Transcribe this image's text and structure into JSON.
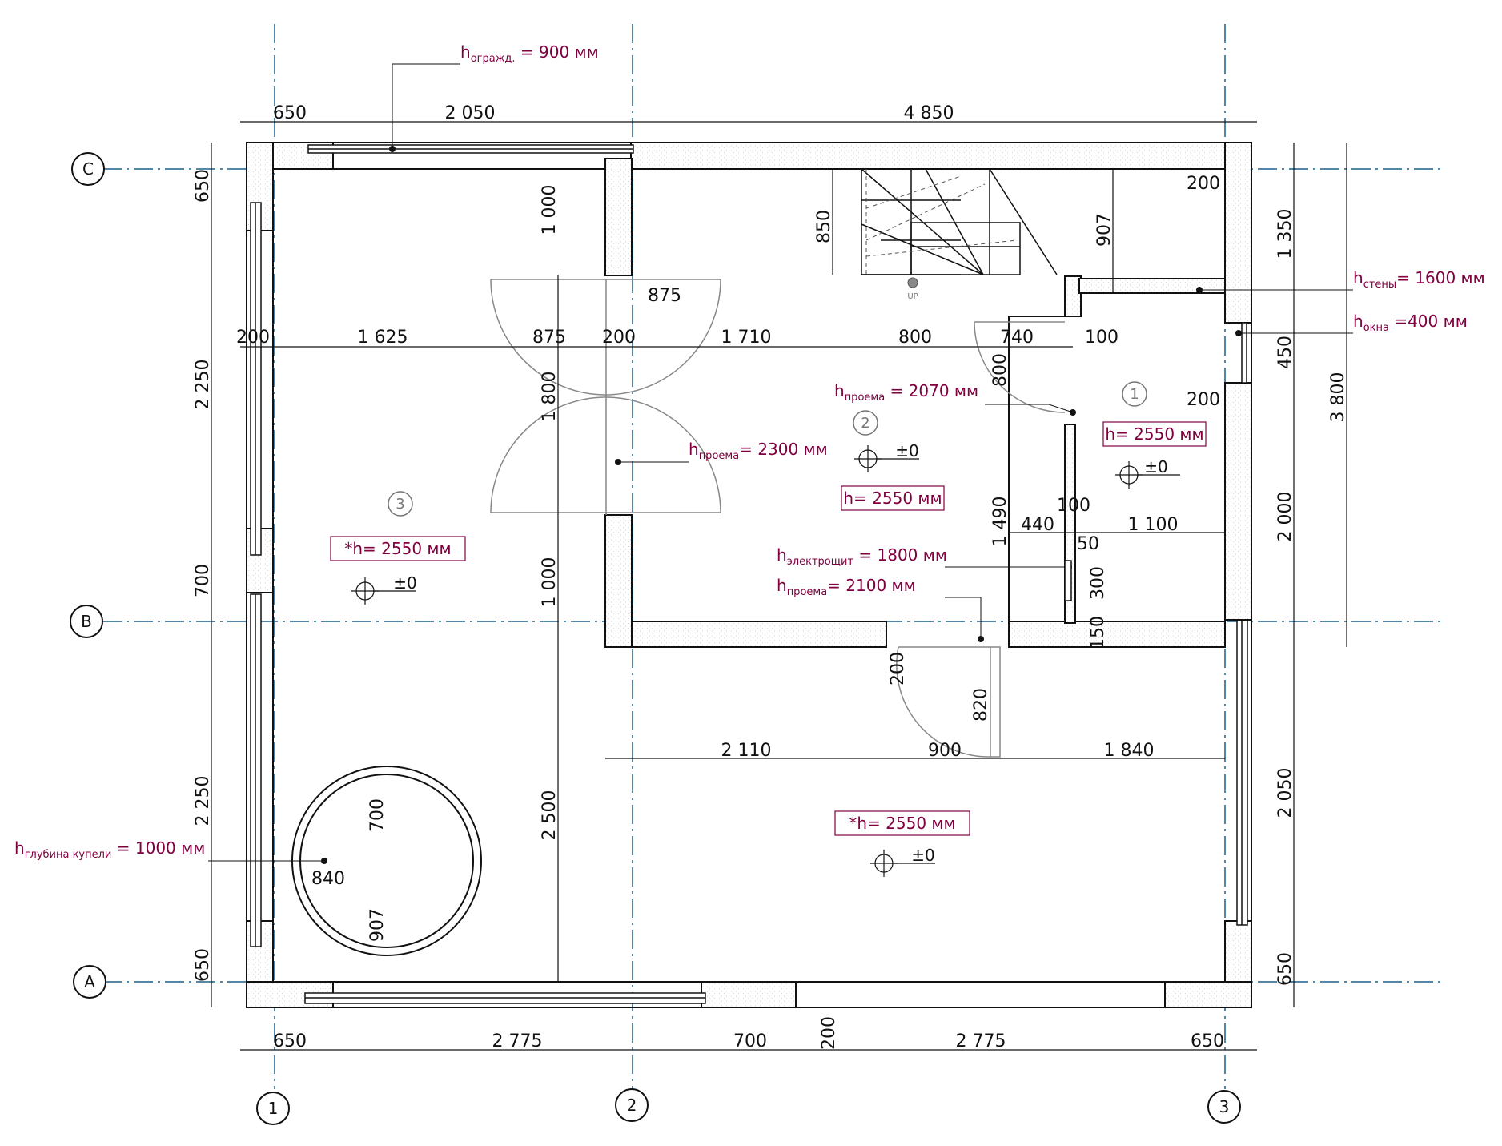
{
  "grid": {
    "rows": [
      "C",
      "B",
      "A"
    ],
    "cols": [
      "1",
      "2",
      "3"
    ]
  },
  "dims": {
    "top": [
      "650",
      "2 050",
      "4 850"
    ],
    "bottom": [
      "650",
      "2 775",
      "700",
      "2 775",
      "650"
    ],
    "left": [
      "650",
      "2 250",
      "700",
      "2 250",
      "650"
    ],
    "right_inner": [
      "1 350",
      "450",
      "2 000",
      "2 050",
      "650"
    ],
    "right_total": "3 800",
    "mid_row": [
      "200",
      "1 625",
      "875",
      "200",
      "1 710",
      "800",
      "740",
      "100"
    ],
    "mid_row_b": [
      "2 110",
      "900",
      "1 840"
    ],
    "misc": [
      "875",
      "1 000",
      "1 800",
      "1 000",
      "2 500",
      "850",
      "907",
      "200",
      "200",
      "800",
      "1 490",
      "440",
      "100",
      "1 100",
      "50",
      "300",
      "150",
      "200",
      "820",
      "700",
      "840",
      "907",
      "200"
    ]
  },
  "notes": {
    "h_ograzhd": {
      "h": "h",
      "sub": "огражд.",
      "rest": " = 900 мм"
    },
    "h_steny": {
      "h": "h",
      "sub": "стены",
      "rest": "= 1600 мм"
    },
    "h_okna": {
      "h": "h",
      "sub": "окна",
      "rest": " =400 мм"
    },
    "h_proema_2070": {
      "h": "h",
      "sub": "проема",
      "rest": " = 2070 мм"
    },
    "h_proema_2300": {
      "h": "h",
      "sub": "проема",
      "rest": "= 2300 мм"
    },
    "h_elektro": {
      "h": "h",
      "sub": "электрощит",
      "rest": " = 1800 мм"
    },
    "h_proema_2100": {
      "h": "h",
      "sub": "проема",
      "rest": "= 2100 мм"
    },
    "h_kupel": {
      "h": "h",
      "sub": "глубина купели",
      "rest": " = 1000 мм"
    }
  },
  "rooms": [
    {
      "num": "1",
      "height": "h= 2550 мм",
      "level": "±0"
    },
    {
      "num": "2",
      "height": "h= 2550 мм",
      "level": "±0"
    },
    {
      "num": "3",
      "height": "*h= 2550 мм",
      "level": "±0"
    },
    {
      "num": "",
      "height": "*h= 2550 мм",
      "level": "±0"
    }
  ],
  "stair_label": "UP",
  "colors": {
    "axis": "#1a5f8a",
    "wall": "#111111",
    "note": "#800040",
    "door": "#888888"
  }
}
